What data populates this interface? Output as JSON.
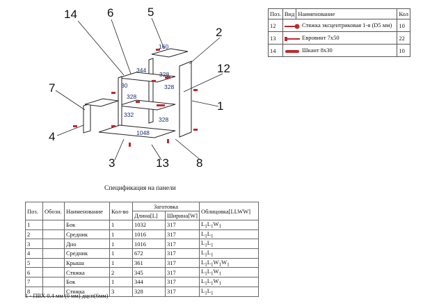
{
  "drawing": {
    "callouts": [
      "14",
      "6",
      "5",
      "2",
      "12",
      "7",
      "1",
      "4",
      "3",
      "13",
      "8"
    ],
    "dimensions": {
      "d160": "160",
      "d344": "344",
      "d328_top": "328",
      "d328_mid": "328",
      "d328_low": "328",
      "d328_right": "328",
      "d1048": "1048",
      "d332": "332",
      "d30": "30"
    }
  },
  "fasteners": {
    "headers": {
      "pos": "Поз.",
      "view": "Вид",
      "name": "Наименование",
      "qty": "Кол"
    },
    "rows": [
      {
        "pos": "12",
        "name": "Стяжка эксцентриковая 1-я (D5 мм)",
        "qty": "10",
        "icon": "eccentric-tie-icon"
      },
      {
        "pos": "13",
        "name": "Евровинт 7х50",
        "qty": "22",
        "icon": "euro-screw-icon"
      },
      {
        "pos": "14",
        "name": "Шкант 8х30",
        "qty": "10",
        "icon": "dowel-icon"
      }
    ]
  },
  "spec": {
    "title": "Спецификация на панели",
    "headers": {
      "pos": "Поз.",
      "designation": "Обозн.",
      "name": "Наименование",
      "qty": "Кол-во",
      "blank": "Заготовка",
      "length": "Длина[L]",
      "width": "Ширина[W]",
      "edging": "Облицовка[LLWW]"
    },
    "rows": [
      {
        "pos": "1",
        "name": "Бок",
        "qty": "1",
        "length": "1032",
        "width": "317",
        "edging": "L1L1W1"
      },
      {
        "pos": "2",
        "name": "Средник",
        "qty": "1",
        "length": "1016",
        "width": "317",
        "edging": "L1L1"
      },
      {
        "pos": "3",
        "name": "Дно",
        "qty": "1",
        "length": "1016",
        "width": "317",
        "edging": "L1L1"
      },
      {
        "pos": "4",
        "name": "Средник",
        "qty": "1",
        "length": "672",
        "width": "317",
        "edging": "L1L1"
      },
      {
        "pos": "5",
        "name": "Крыша",
        "qty": "1",
        "length": "361",
        "width": "317",
        "edging": "L1L1W1W1"
      },
      {
        "pos": "6",
        "name": "Стяжка",
        "qty": "2",
        "length": "345",
        "width": "317",
        "edging": "L1L1W1"
      },
      {
        "pos": "7",
        "name": "Бок",
        "qty": "1",
        "length": "344",
        "width": "317",
        "edging": "L1L1W1"
      },
      {
        "pos": "8",
        "name": "Стяжка",
        "qty": "3",
        "length": "328",
        "width": "317",
        "edging": "L1L1"
      }
    ],
    "footnote": "1 - ПВХ 0.4 мм (0 мм) дцсп(6мм)"
  }
}
